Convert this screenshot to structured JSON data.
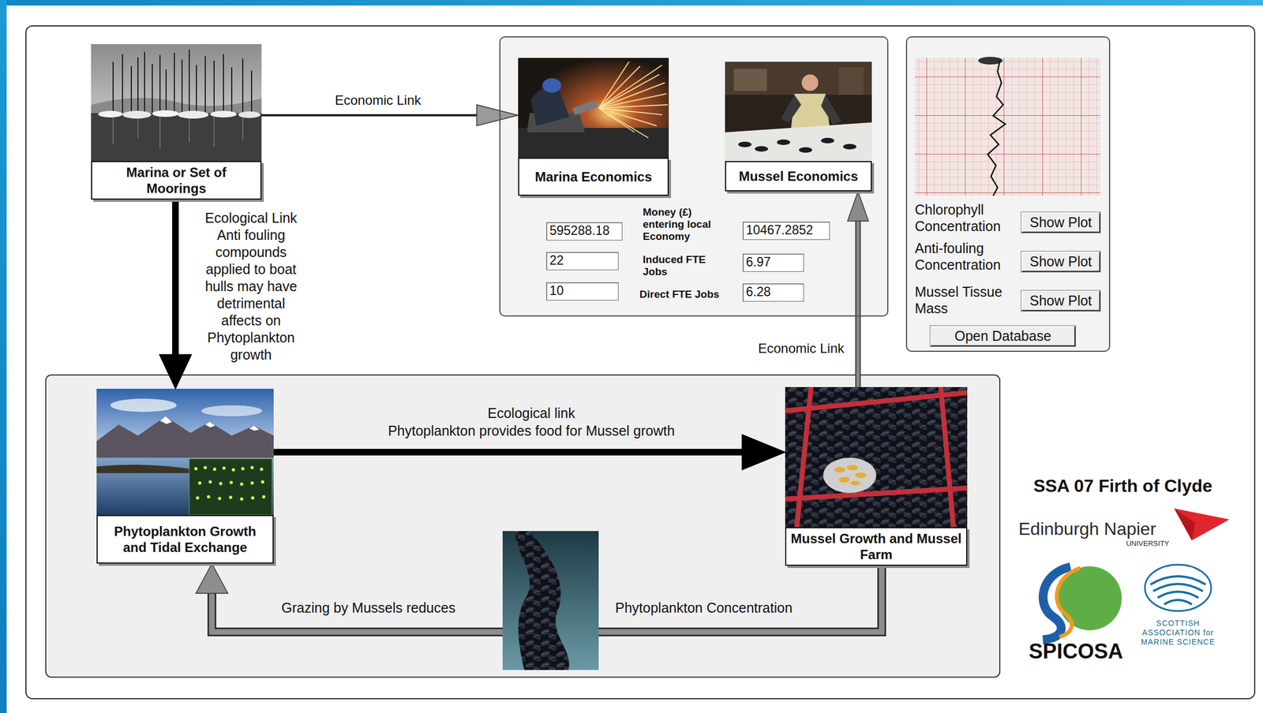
{
  "diagram": {
    "nodes": [
      {
        "text": [
          "Marina or Set of Moorings"
        ]
      },
      {
        "text": [
          "Money (£) entering local Economy",
          "Induced FTE Jobs",
          "Direct FTE Jobs"
        ]
      },
      {
        "text": [
          "Marina Economics"
        ],
        "in": 1
      },
      {
        "text": [
          "Mussel Economics"
        ],
        "in": 1
      },
      {
        "text": [
          "595288.18"
        ],
        "in": 1
      },
      {
        "text": [
          "10467.2852"
        ],
        "in": 1
      },
      {
        "text": [
          "22"
        ],
        "in": 1
      },
      {
        "text": [
          "6.97"
        ],
        "in": 1
      },
      {
        "text": [
          "10"
        ],
        "in": 1
      },
      {
        "text": [
          "6.28"
        ],
        "in": 1
      },
      {
        "text": [
          "Chlorophyll Concentration",
          "Anti-fouling Concentration",
          "Mussel Tissue Mass"
        ]
      },
      {
        "text": [
          "Show Plot"
        ],
        "in": 10
      },
      {
        "text": [
          "Show Plot"
        ],
        "in": 10
      },
      {
        "text": [
          "Show Plot"
        ],
        "in": 10
      },
      {
        "text": [
          "Open Database"
        ],
        "in": 10
      },
      {
        "text": [
          "Phytoplankton Growth and Tidal Exchange"
        ]
      },
      {
        "text": [
          "Mussel Growth and Mussel Farm"
        ]
      }
    ],
    "edges": [
      {
        "from": 0,
        "to": 2,
        "arrow": "to",
        "label": "Economic Link"
      },
      {
        "from": 0,
        "to": 15,
        "arrow": "to",
        "label": "Ecological Link Anti fouling compounds applied to boat hulls may have detrimental affects on Phytoplankton growth"
      },
      {
        "from": 15,
        "to": 16,
        "arrow": "to",
        "label": "Phytoplankton provides food for Mussel growth"
      },
      {
        "from": 16,
        "to": 3,
        "arrow": "to",
        "label": "Economic Link"
      },
      {
        "from": 16,
        "to": 15,
        "arrow": "to",
        "label": "Grazing by Mussels reduces"
      }
    ],
    "labels": [
      "Ecological link",
      "Phytoplankton Concentration",
      "SSA 07 Firth of Clyde",
      "Edinburgh Napier",
      "UNIVERSITY",
      "SPICOSA",
      "SCOTTISH ASSOCIATION for MARINE SCIENCE"
    ]
  }
}
